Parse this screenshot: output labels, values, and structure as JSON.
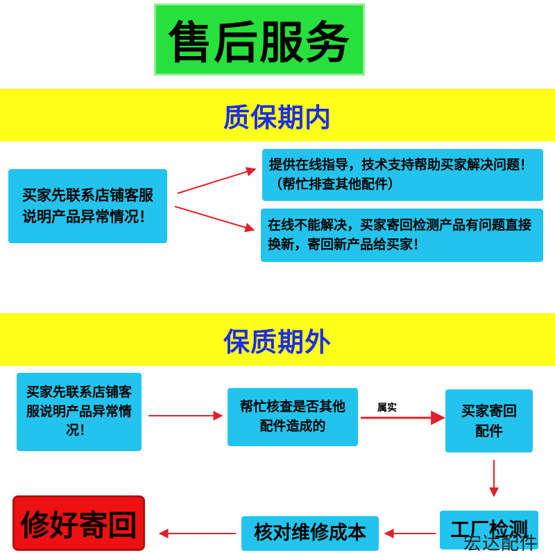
{
  "title": "售后服务",
  "warranty_in": {
    "heading": "质保期内",
    "start_box": "买家先联系店铺客服说明产品异常情况！",
    "option_a": "提供在线指导，技术支持帮助买家解决问题！（帮忙排查其他配件）",
    "option_b": "在线不能解决，买家寄回检测产品有问题直接换新，寄回新产品给买家！"
  },
  "warranty_out": {
    "heading": "保质期外",
    "start_box": "买家先联系店铺客服说明产品异常情况！",
    "check_box": "帮忙核查是否其他配件造成的",
    "arrow_label": "属实",
    "send_back_box": "买家寄回配件",
    "factory_box": "工厂检测",
    "cost_box": "核对维修成本",
    "repair_box": "修好寄回"
  },
  "watermark": "宏达配件",
  "colors": {
    "title_bg": "#27e03c",
    "band_bg": "#ffff1a",
    "band_text": "#1c2ee6",
    "box_bg": "#22c4ee",
    "arrow": "#e0202a",
    "repair_bg": "#ee1111"
  }
}
